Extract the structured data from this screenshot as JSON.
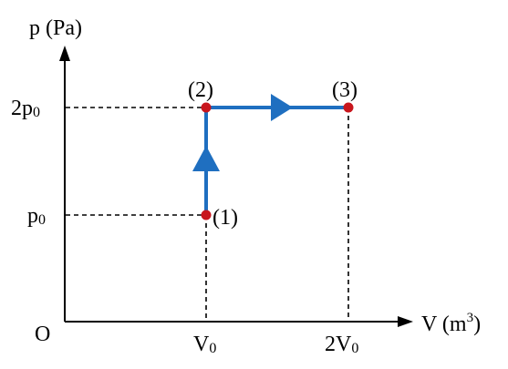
{
  "colors": {
    "process_line": "#1f6fc0",
    "state_point": "#c8161d",
    "axis": "#000000"
  },
  "axes": {
    "y_label": "p (Pa)",
    "x_label_main": "V (m",
    "x_label_exp": "3",
    "x_label_close": ")",
    "origin_label": "O"
  },
  "ticks": {
    "p0_main": "p",
    "p0_sub": "0",
    "two_p0_main": "2p",
    "two_p0_sub": "0",
    "v0_main": "V",
    "v0_sub": "0",
    "two_v0_main": "2V",
    "two_v0_sub": "0"
  },
  "states": {
    "state1_label": "(1)",
    "state2_label": "(2)",
    "state3_label": "(3)"
  },
  "process": {
    "path": [
      "(1)",
      "(2)",
      "(3)"
    ],
    "segment_1_2": "isochoric, pressure p0 to 2p0 at V0",
    "segment_2_3": "isobaric, volume V0 to 2V0 at 2p0"
  }
}
